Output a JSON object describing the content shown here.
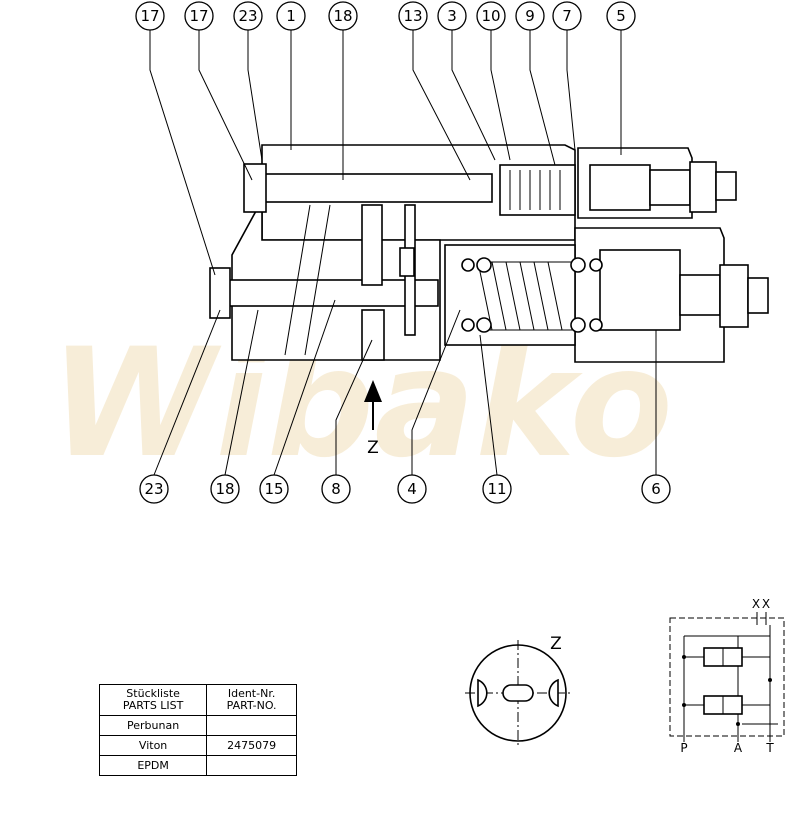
{
  "watermark": "Wibako",
  "balloons_top": [
    "17",
    "17",
    "23",
    "1",
    "18",
    "13",
    "3",
    "10",
    "9",
    "7",
    "5"
  ],
  "balloons_bottom": [
    "23",
    "18",
    "15",
    "8",
    "4",
    "11",
    "6"
  ],
  "view_arrow_label": "Z",
  "view_z_label": "Z",
  "parts_list": {
    "header_left": [
      "Stückliste",
      "PARTS LIST"
    ],
    "header_right": [
      "Ident-Nr.",
      "PART-NO."
    ],
    "rows": [
      {
        "material": "Perbunan",
        "part_no": ""
      },
      {
        "material": "Viton",
        "part_no": "2475079"
      },
      {
        "material": "EPDM",
        "part_no": ""
      }
    ]
  },
  "schematic_ports": {
    "p": "P",
    "a": "A",
    "t": "T",
    "x1": "X",
    "x2": "X"
  },
  "colors": {
    "line": "#000000",
    "watermark": "#f3e2bf"
  }
}
